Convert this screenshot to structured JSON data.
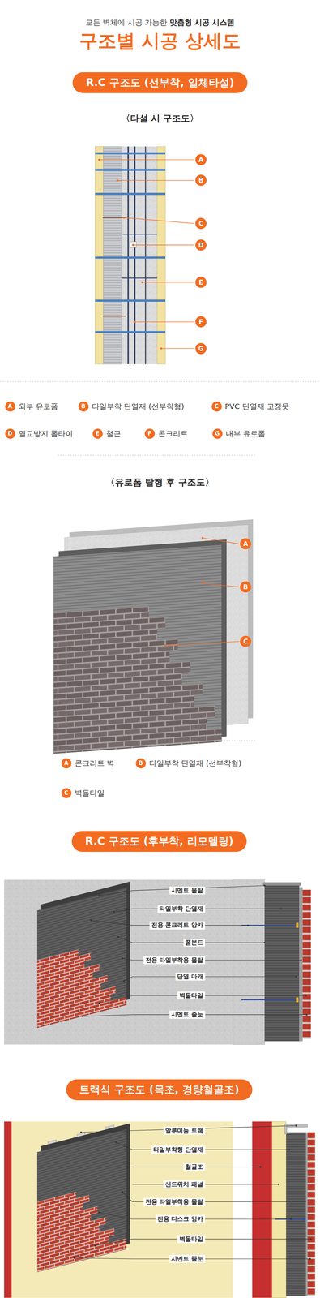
{
  "diagram": {
    "title": "구조별 시공 상세도",
    "nodes": [
      {
        "text": [
          "R.C 구조도 (선부착, 일체타설)"
        ]
      },
      {
        "text": [
          "A"
        ]
      },
      {
        "text": [
          "B"
        ]
      },
      {
        "text": [
          "C"
        ]
      },
      {
        "text": [
          "D"
        ]
      },
      {
        "text": [
          "E"
        ]
      },
      {
        "text": [
          "F"
        ]
      },
      {
        "text": [
          "G"
        ]
      },
      {
        "text": [
          "A",
          "외부 유로폼"
        ]
      },
      {
        "text": [
          "B",
          "타일부착 단열재 (선부착형)"
        ]
      },
      {
        "text": [
          "C",
          "PVC 단열재 고정못"
        ]
      },
      {
        "text": [
          "D",
          "열교방지 폼타이"
        ]
      },
      {
        "text": [
          "E",
          "철근"
        ]
      },
      {
        "text": [
          "F",
          "콘크리트"
        ]
      },
      {
        "text": [
          "G",
          "내부 유로폼"
        ]
      },
      {
        "text": [
          "A"
        ]
      },
      {
        "text": [
          "B"
        ]
      },
      {
        "text": [
          "C"
        ]
      },
      {
        "text": [
          "A",
          "콘크리트 벽"
        ]
      },
      {
        "text": [
          "B",
          "타일부착 단열재 (선부착형)"
        ]
      },
      {
        "text": [
          "C",
          "벽돌타일"
        ]
      },
      {
        "text": [
          "R.C 구조도 (후부착, 리모델링)"
        ]
      },
      {
        "text": [
          "트랙식 구조도 (목조, 경량철골조)"
        ]
      }
    ],
    "labels": [
      "모든 벽체에 시공 가능한",
      "맞춤형 시공 시스템",
      "〈타설 시 구조도〉",
      "〈유로폼 탈형 후 구조도〉",
      "시멘트 몰탈",
      "타일부착 단열재",
      "전용 콘크리트 앙카",
      "폼본드",
      "전용 타일부착용 몰탈",
      "단열 마개",
      "벽돌타일",
      "시멘트 줄눈",
      "알루미늄 트랙",
      "타일부착형 단열재",
      "철골조",
      "샌드위치 패널",
      "전용 타일부착용 몰탈",
      "전용 디스크 앙카",
      "벽돌타일",
      "시멘트 줄눈"
    ]
  }
}
